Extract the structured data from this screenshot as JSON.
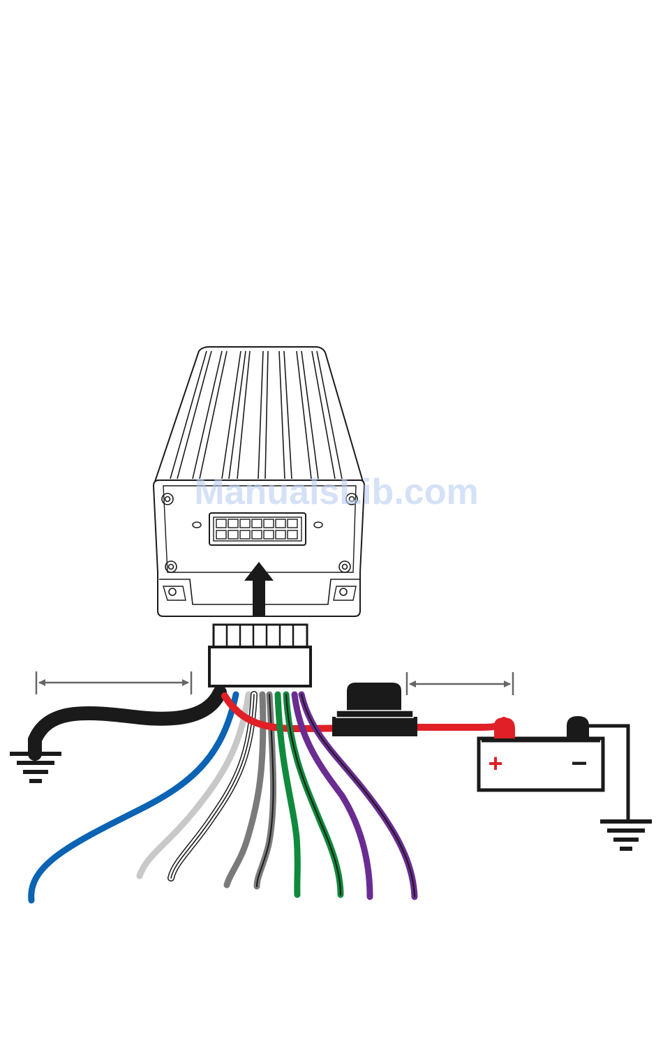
{
  "watermark": {
    "text": "ManualsLib.com",
    "color": "#b9cdf2"
  },
  "battery": {
    "plus_label": "+",
    "minus_label": "−",
    "plus_color": "#e01f26",
    "minus_color": "#1a1a1a"
  },
  "colors": {
    "outline": "#1a1a1a",
    "measure": "#666666",
    "fuse": "#1a1a1a"
  },
  "wires": [
    {
      "name": "ground-wire",
      "color": "#1a1a1a"
    },
    {
      "name": "power-wire",
      "color": "#e01f26"
    },
    {
      "name": "blue-wire",
      "color": "#0b63b3"
    },
    {
      "name": "light-gray-wire",
      "color": "#c8c8c8"
    },
    {
      "name": "white-black-stripe-wire",
      "color": "#ffffff",
      "stripe": "#1a1a1a"
    },
    {
      "name": "gray-wire",
      "color": "#7a7a7a"
    },
    {
      "name": "gray-black-stripe-wire",
      "color": "#7a7a7a",
      "stripe": "#1a1a1a"
    },
    {
      "name": "green-wire",
      "color": "#0f8a3c"
    },
    {
      "name": "green-black-stripe-wire",
      "color": "#0f8a3c",
      "stripe": "#1a1a1a"
    },
    {
      "name": "violet-wire",
      "color": "#6a2c91"
    },
    {
      "name": "violet-black-stripe-wire",
      "color": "#6a2c91",
      "stripe": "#1a1a1a"
    }
  ]
}
